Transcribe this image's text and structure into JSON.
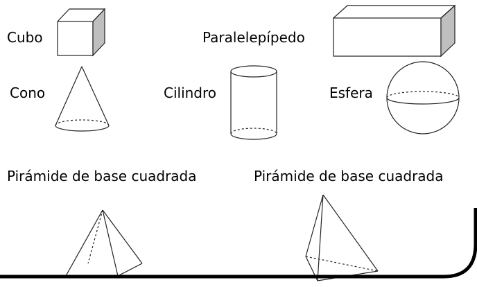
{
  "shapes": {
    "cube": "Cubo",
    "parallelepiped": "Paralelepípedo",
    "cone": "Cono",
    "cylinder": "Cilindro",
    "sphere": "Esfera",
    "pyramid_square_1": "Pirámide de base cuadrada",
    "pyramid_square_2": "Pirámide de base cuadrada"
  }
}
